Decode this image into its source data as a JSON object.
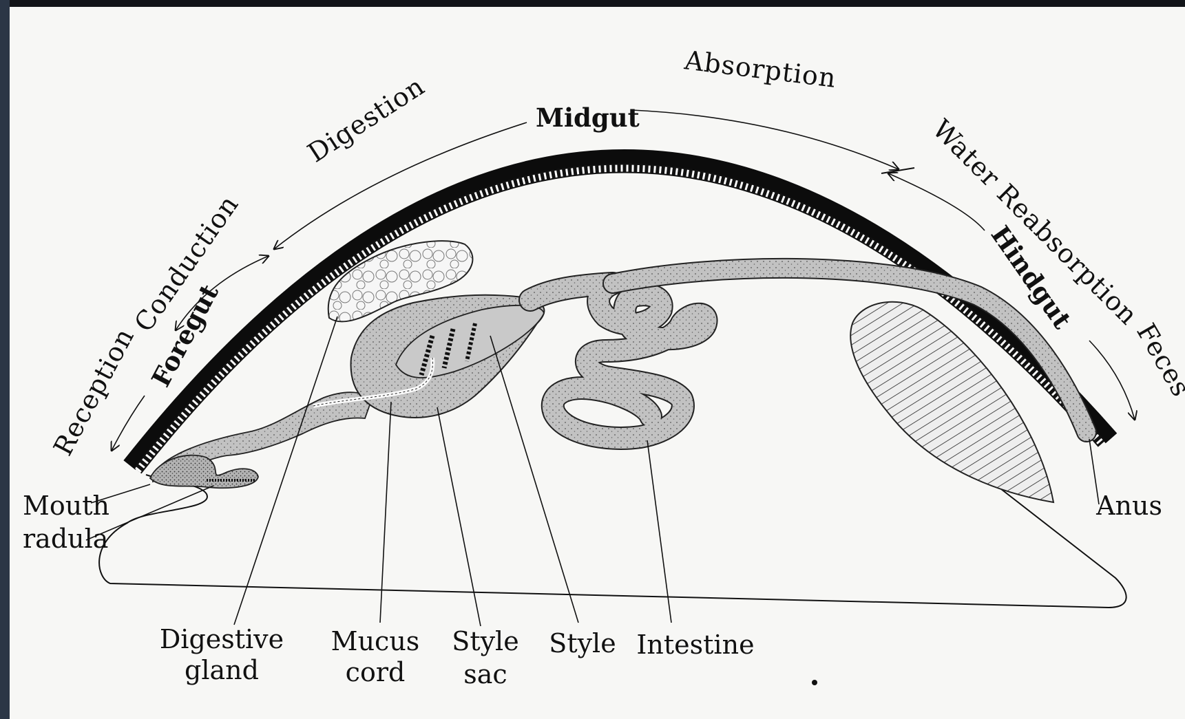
{
  "regions": {
    "foregut": "Foregut",
    "midgut": "Midgut",
    "hindgut": "Hindgut"
  },
  "functions": {
    "reception": "Reception",
    "conduction": "Conduction",
    "digestion": "Digestion",
    "absorption": "Absorption",
    "water_reabsorption": "Water Reabsorption",
    "feces": "Feces"
  },
  "labels": {
    "mouth": "Mouth",
    "radula": "radula",
    "digestive_gland": [
      "Digestive",
      "gland"
    ],
    "mucus_cord": [
      "Mucus",
      "cord"
    ],
    "style_sac": [
      "Style",
      "sac"
    ],
    "style": "Style",
    "intestine": "Intestine",
    "anus": "Anus"
  },
  "colors": {
    "ink": "#111111",
    "paper": "#f7f7f5",
    "organ_fill": "#bdbdbd",
    "gland_fill": "#f4f4f4",
    "frame": "#1a1d24"
  }
}
